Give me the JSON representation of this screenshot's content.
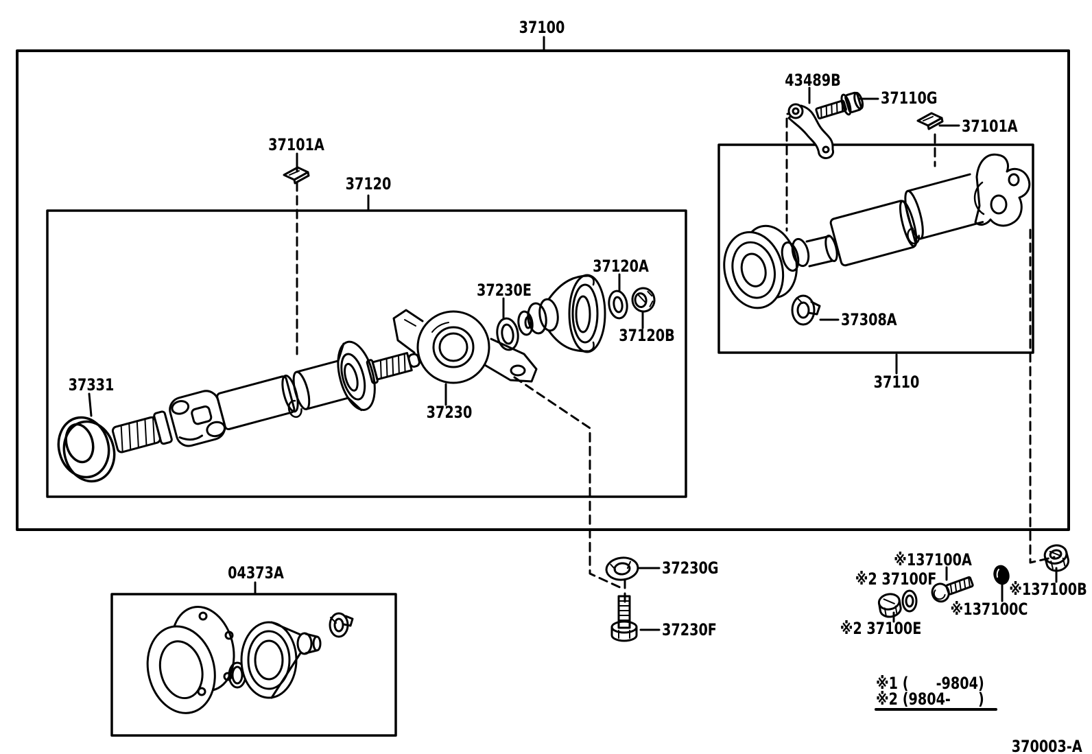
{
  "figure": {
    "drawing_number": "370003-A",
    "notes": {
      "line1": "※1 (      -9804)",
      "line2": "※2 (9804-      )"
    },
    "labels": {
      "t37100": "37100",
      "t43489B": "43489B",
      "t37110G": "37110G",
      "t37101A_r": "37101A",
      "t37101A_l": "37101A",
      "t37120": "37120",
      "t37230E": "37230E",
      "t37120A": "37120A",
      "t37120B": "37120B",
      "t37331": "37331",
      "t37230": "37230",
      "t37308A": "37308A",
      "t37110": "37110",
      "t04373A": "04373A",
      "t37230G": "37230G",
      "t37230F": "37230F",
      "t137100A": "※137100A",
      "t37100F": "※2 37100F",
      "t137100B": "※137100B",
      "t137100C": "※137100C",
      "t37100E": "※2 37100E"
    },
    "line_color": "#000000",
    "background": "#ffffff"
  }
}
